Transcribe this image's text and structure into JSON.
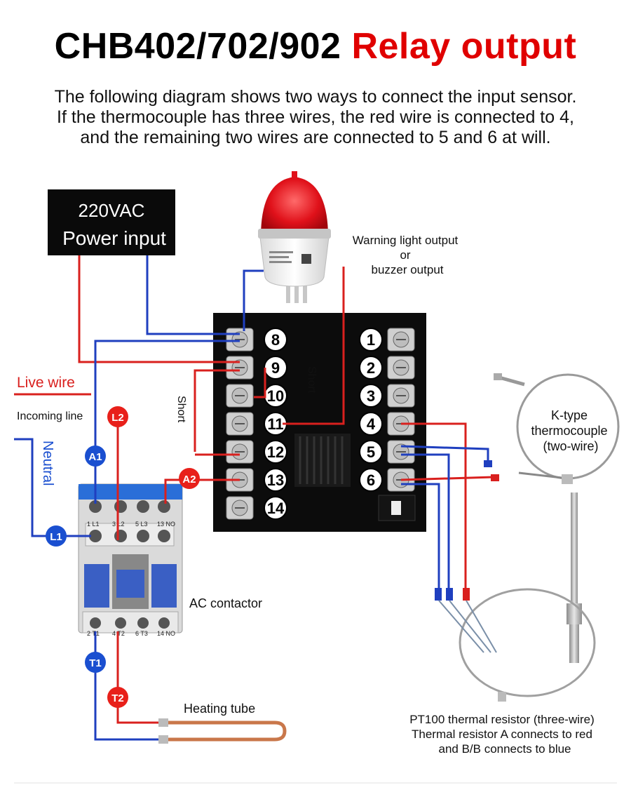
{
  "title": {
    "part1": "CHB402/702/902",
    "part2": "Relay output"
  },
  "description": [
    "The following diagram shows two ways to connect the input sensor.",
    "If the thermocouple has three wires, the red wire is connected to 4,",
    "and the remaining two wires are connected to 5 and 6 at will."
  ],
  "power_box": {
    "line1": "220VAC",
    "line2": "Power input"
  },
  "warning": {
    "line1": "Warning light output",
    "line2": "or",
    "line3": "buzzer output"
  },
  "labels": {
    "live_wire": "Live wire",
    "incoming_line": "Incoming line",
    "neutral": "Neutral",
    "short_left": "Short",
    "short_right": "Short",
    "ac_contactor": "AC contactor",
    "heating_tube": "Heating tube"
  },
  "thermocouple": {
    "line1": "K-type",
    "line2": "thermocouple",
    "line3": "(two-wire)"
  },
  "pt100": {
    "line1": "PT100 thermal resistor (three-wire)",
    "line2": "Thermal resistor A connects to red",
    "line3": "and B/B connects to blue"
  },
  "terminals_left": [
    "8",
    "9",
    "10",
    "11",
    "12",
    "13",
    "14"
  ],
  "terminals_right": [
    "1",
    "2",
    "3",
    "4",
    "5",
    "6"
  ],
  "badges": {
    "A1": "A1",
    "A2": "A2",
    "L1": "L1",
    "L2": "L2",
    "T1": "T1",
    "T2": "T2"
  },
  "contactor_top": [
    "1 L1",
    "3 L2",
    "5 L3",
    "13 NO"
  ],
  "contactor_bottom": [
    "2 T1",
    "4 T2",
    "6 T3",
    "14 NO"
  ],
  "colors": {
    "red_wire": "#d9201e",
    "blue_wire": "#1f3fbf",
    "badge_red": "#e8201a",
    "badge_blue": "#1a4fd0"
  }
}
